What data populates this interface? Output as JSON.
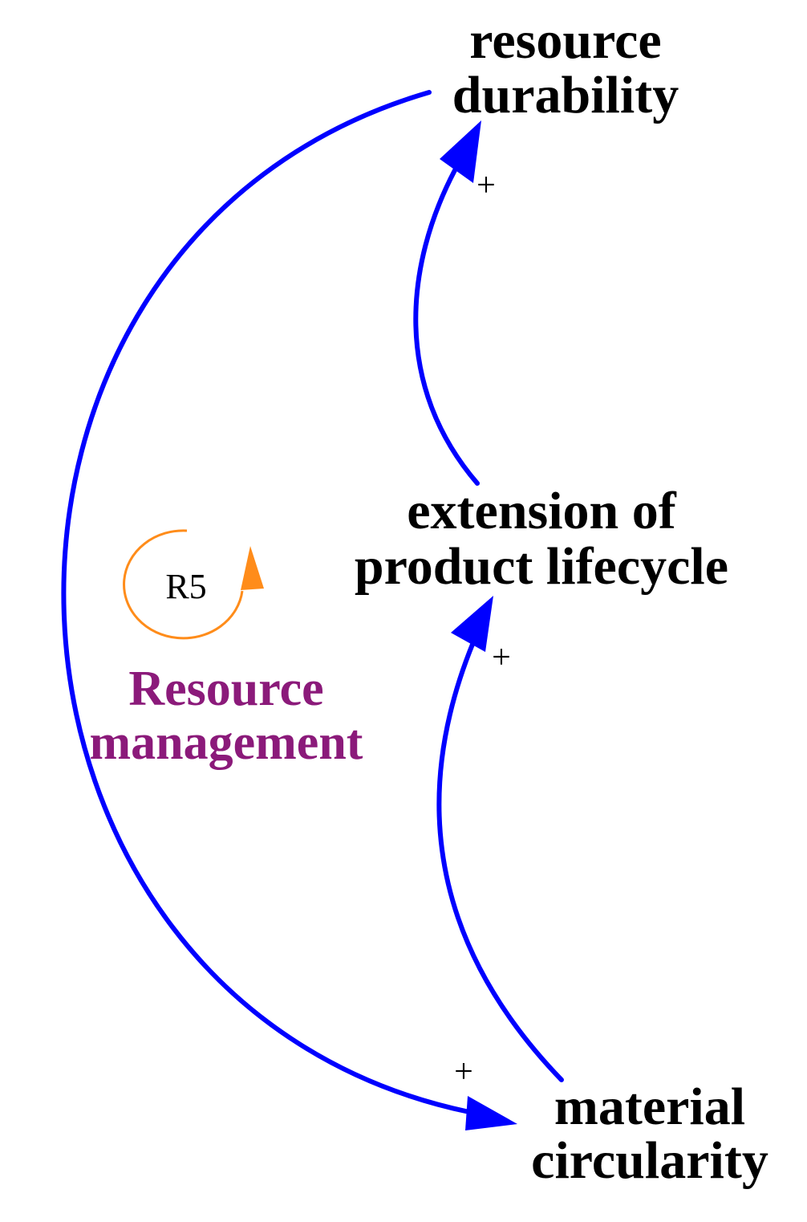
{
  "nodes": {
    "resource_durability": {
      "line1": "resource",
      "line2": "durability"
    },
    "extension_of_product_lifecycle": {
      "line1": "extension of",
      "line2": "product lifecycle"
    },
    "material_circularity": {
      "line1": "material",
      "line2": "circularity"
    }
  },
  "links": [
    {
      "from": "extension_of_product_lifecycle",
      "to": "resource_durability",
      "polarity": "+"
    },
    {
      "from": "material_circularity",
      "to": "extension_of_product_lifecycle",
      "polarity": "+"
    },
    {
      "from": "resource_durability",
      "to": "material_circularity",
      "polarity": "+"
    }
  ],
  "loop": {
    "id": "R5",
    "name_line1": "Resource",
    "name_line2": "management"
  },
  "colors": {
    "link": "#0000ff",
    "arrowhead": "#0000ff",
    "loop_arrow": "#ff8c1a",
    "loop_name": "#8b1a7a",
    "text": "#000000"
  }
}
